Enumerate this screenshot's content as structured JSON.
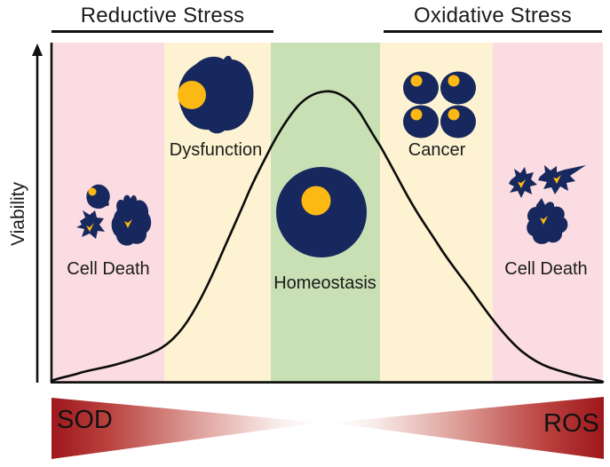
{
  "figure": {
    "header": {
      "left_title": "Reductive Stress",
      "right_title": "Oxidative Stress"
    },
    "y_axis": {
      "label": "Viability"
    },
    "zones": [
      {
        "id": "reductive-cell-death",
        "label": "Cell Death",
        "band_color": "pink"
      },
      {
        "id": "dysfunction",
        "label": "Dysfunction",
        "band_color": "yellow"
      },
      {
        "id": "homeostasis",
        "label": "Homeostasis",
        "band_color": "green"
      },
      {
        "id": "cancer",
        "label": "Cancer",
        "band_color": "yellow"
      },
      {
        "id": "oxidative-cell-death",
        "label": "Cell Death",
        "band_color": "pink"
      }
    ],
    "curve": {
      "shape": "bell",
      "meaning": "Viability peaks at homeostasis and declines toward reductive or oxidative stress extremes"
    },
    "gradient_bar": {
      "left_label": "SOD",
      "right_label": "ROS"
    }
  },
  "colors": {
    "band_pink": "#fadce2",
    "band_yellow": "#fdf3d2",
    "band_green": "#c9e0b4",
    "cell_body": "#17285e",
    "cell_nucleus": "#fcb813",
    "gradient_red": "#9e171c",
    "line_black": "#111111",
    "text": "#1b1b1b"
  }
}
